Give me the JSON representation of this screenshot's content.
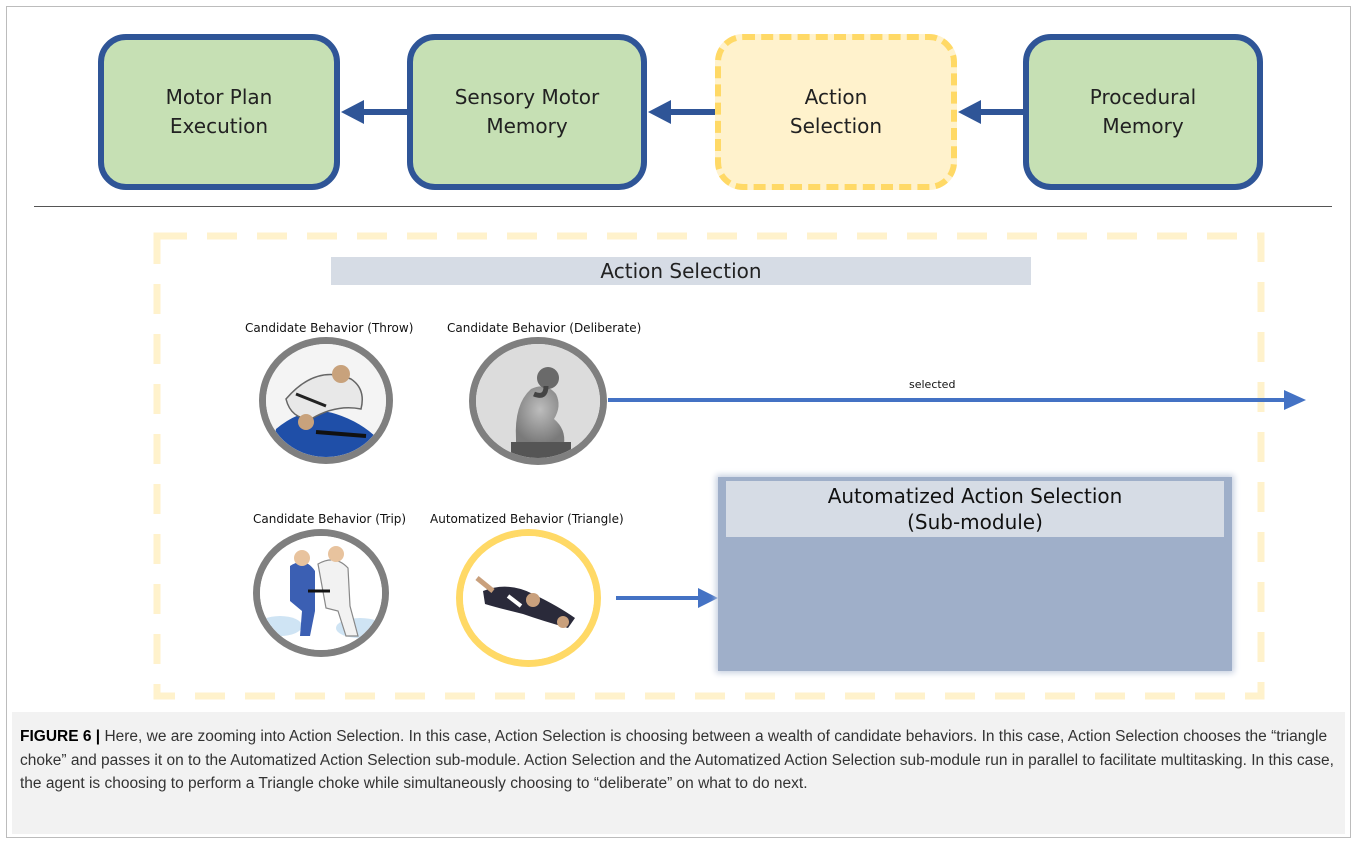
{
  "top_flow": {
    "boxes": [
      {
        "label": "Motor Plan\nExecution"
      },
      {
        "label": "Sensory Motor\nMemory"
      },
      {
        "label": "Action\nSelection"
      },
      {
        "label": "Procedural\nMemory"
      }
    ]
  },
  "zoom": {
    "header": "Action Selection",
    "candidates": [
      {
        "label": "Candidate Behavior (Throw)",
        "image": "judo-throw-illustration"
      },
      {
        "label": "Candidate Behavior (Deliberate)",
        "image": "thinker-statue"
      },
      {
        "label": "Candidate Behavior (Trip)",
        "image": "judo-trip-illustration"
      },
      {
        "label": "Automatized  Behavior (Triangle)",
        "image": "triangle-choke-photo"
      }
    ],
    "selected_label": "selected",
    "submodule": {
      "title": "Automatized Action Selection\n(Sub-module)"
    }
  },
  "colors": {
    "box_fill": "#c6e0b4",
    "box_border": "#2f5597",
    "action_fill": "#fff2cc",
    "dashed_yellow": "#ffd966",
    "arrow_blue": "#4472c4",
    "submodule_body": "#9fafc9",
    "submodule_header": "#d6dce5"
  },
  "caption": {
    "figure_label": "FIGURE 6 |",
    "text": " Here, we are zooming into Action Selection. In this case, Action Selection is choosing between a wealth of candidate behaviors. In this case, Action Selection chooses the “triangle choke” and passes it on to the Automatized Action Selection sub-module. Action Selection and the Automatized Action Selection sub-module run in parallel to facilitate multitasking. In this case, the agent is choosing to perform a Triangle choke while simultaneously choosing to “deliberate” on what to do next."
  }
}
